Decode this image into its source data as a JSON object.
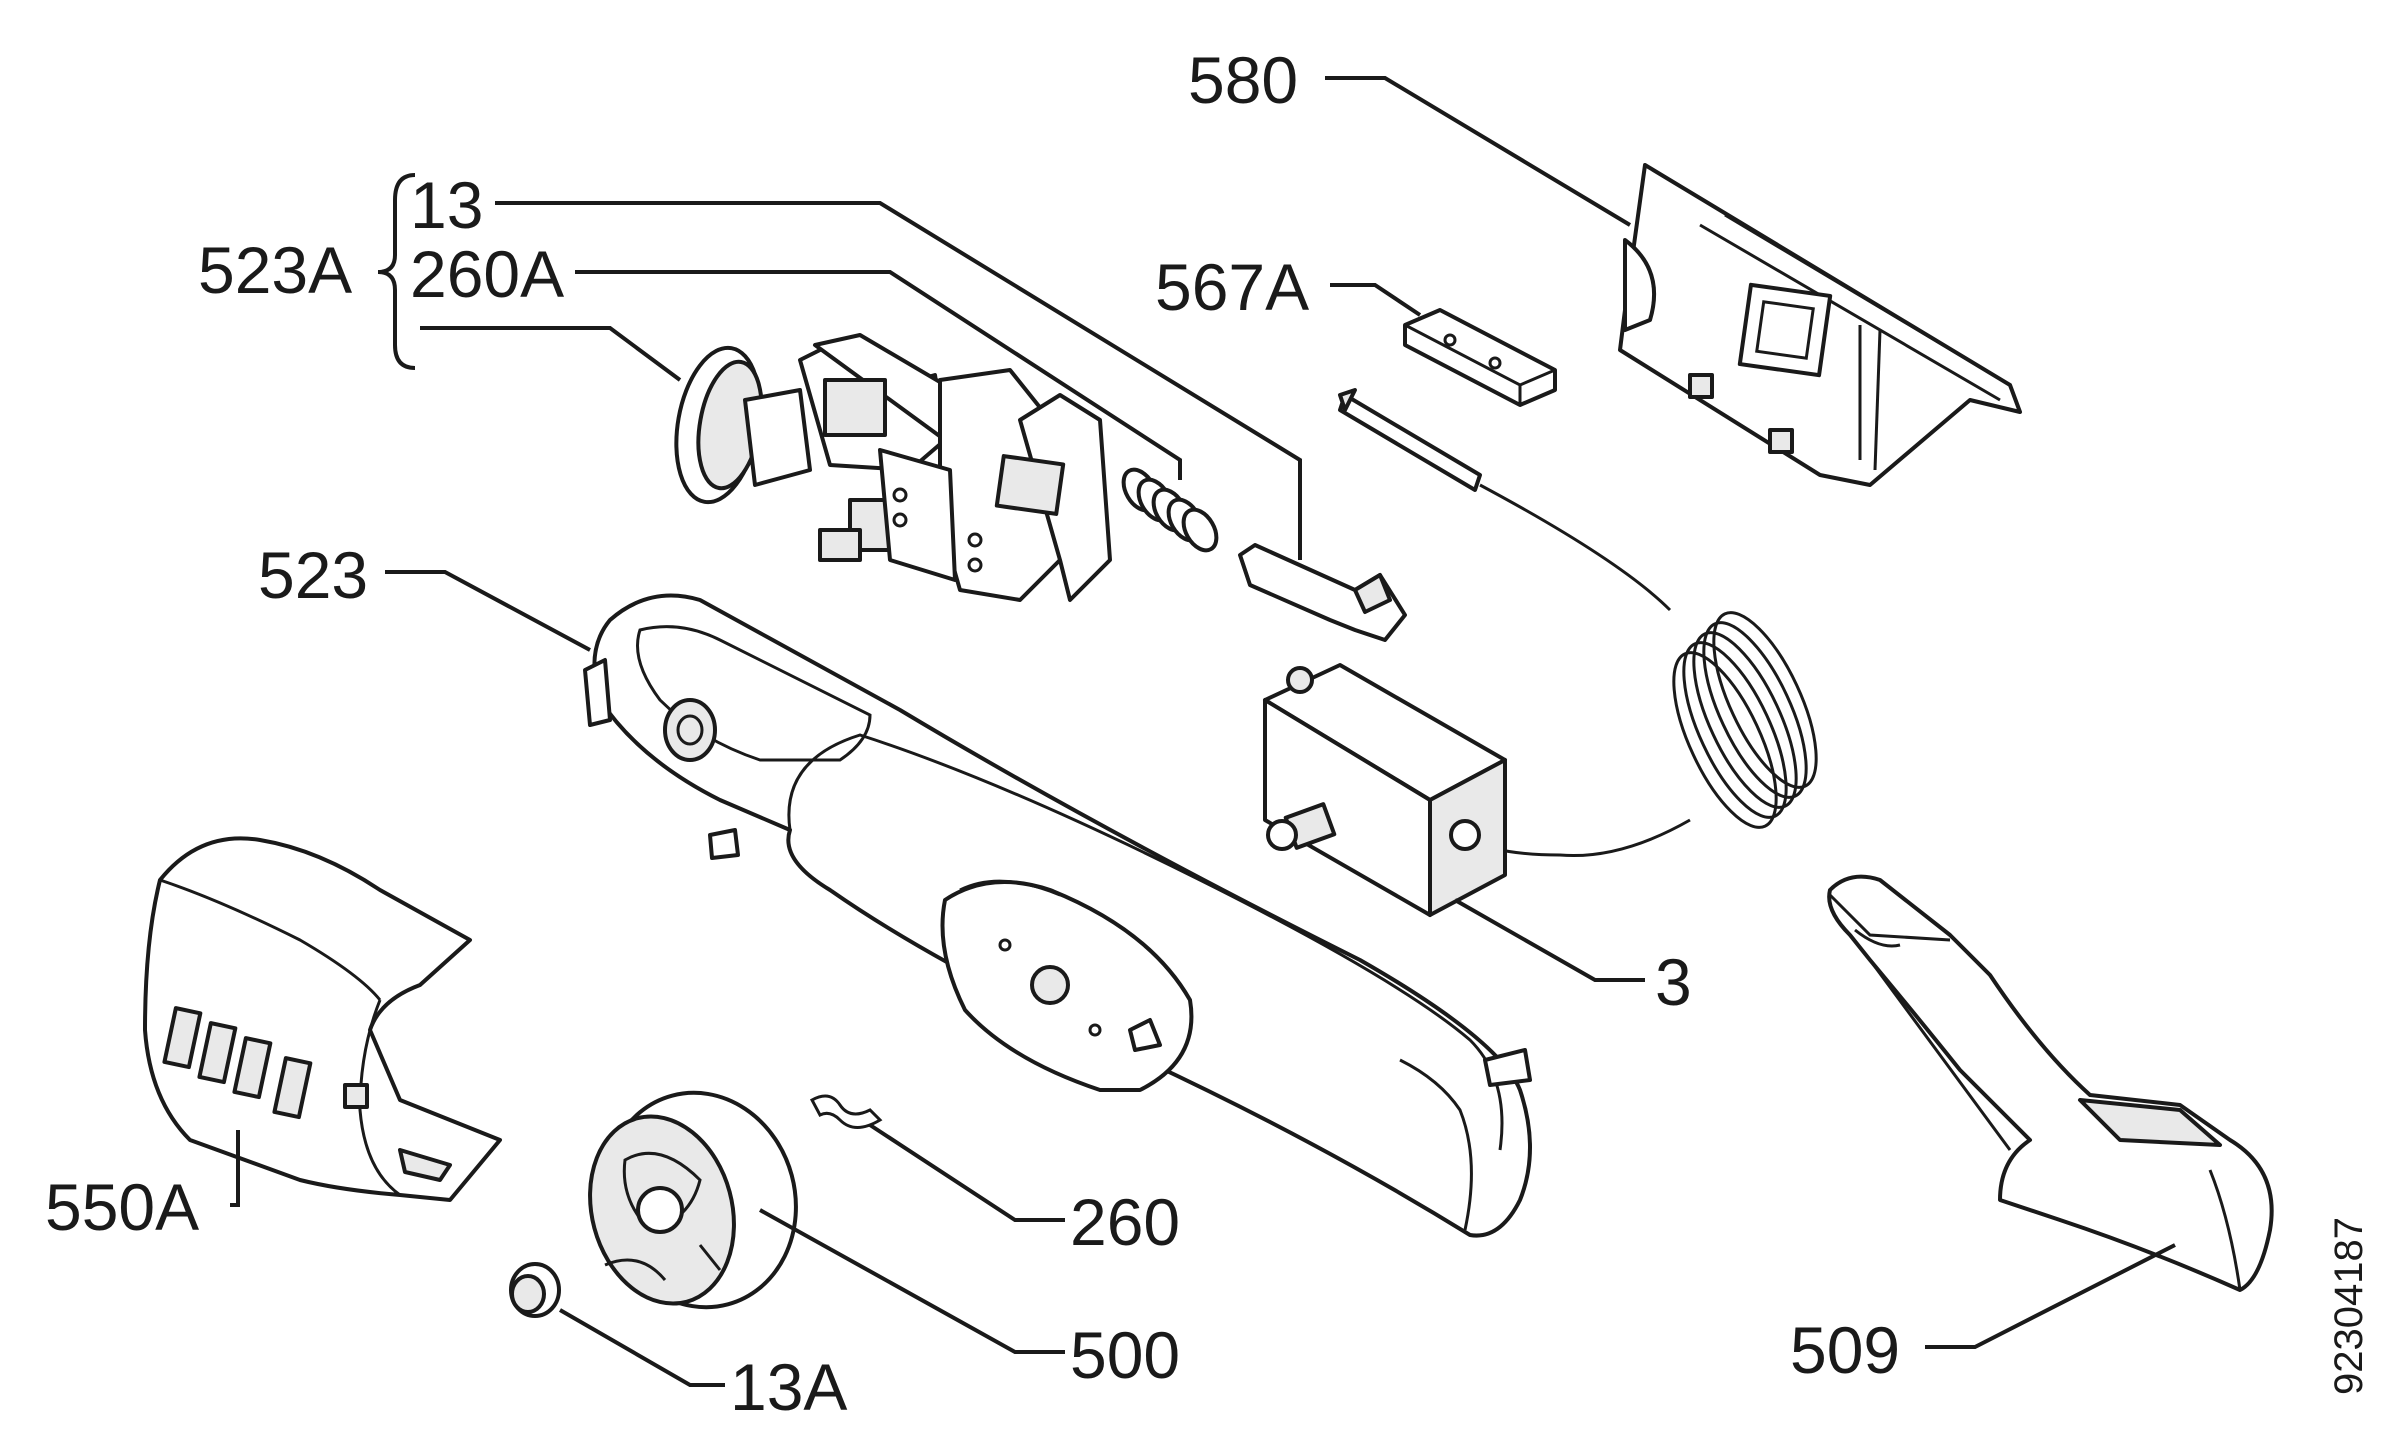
{
  "labels": {
    "l580": "580",
    "l13": "13",
    "l523a": "523A",
    "l260a": "260A",
    "l567a": "567A",
    "l523": "523",
    "l3": "3",
    "l550a": "550A",
    "l260": "260",
    "l500": "500",
    "l13a": "13A",
    "l509": "509"
  },
  "drawing_code": "92304187"
}
